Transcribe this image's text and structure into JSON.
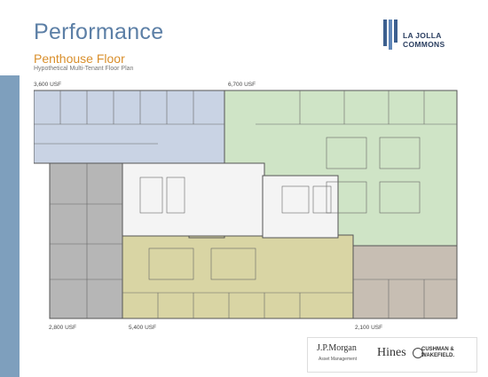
{
  "header": {
    "title": "Performance",
    "subtitle": "Penthouse Floor",
    "caption": "Hypothetical Multi-Tenant Floor Plan"
  },
  "brand": {
    "name": "LA JOLLA COMMONS",
    "color": "#3c5f8f"
  },
  "areas": [
    {
      "label": "3,600 USF",
      "color": "#c9d3e4"
    },
    {
      "label": "6,700 USF",
      "color": "#cfe4c6"
    },
    {
      "label": "2,800 USF",
      "color": "#b6b6b6"
    },
    {
      "label": "5,400 USF",
      "color": "#d9d5a4"
    },
    {
      "label": "2,100 USF",
      "color": "#c7beb3"
    }
  ],
  "footer": {
    "jpm": "J.P.Morgan",
    "jpm_sub": "Asset Management",
    "hines": "Hines",
    "cw_line1": "CUSHMAN &",
    "cw_line2": "WAKEFIELD."
  },
  "colors": {
    "title": "#5c7fa6",
    "subtitle": "#d98f2c",
    "sidebar": "#7e9fbd"
  }
}
